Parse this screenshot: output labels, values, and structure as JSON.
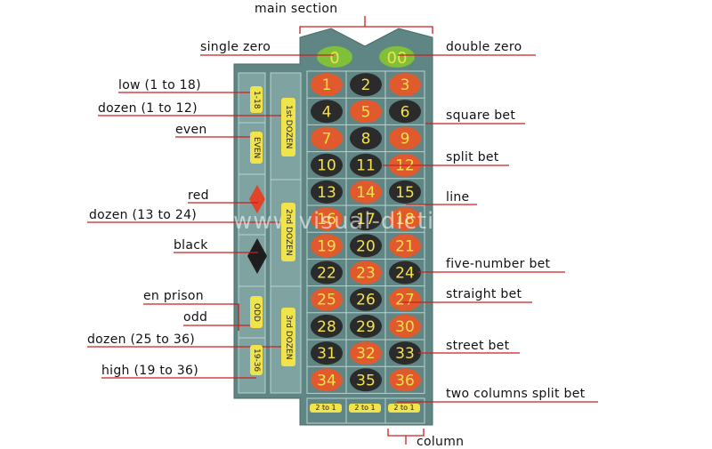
{
  "labels": {
    "main_section": "main section",
    "single_zero": "single zero",
    "double_zero": "double zero",
    "low": "low (1 to 18)",
    "dozen_1": "dozen (1 to 12)",
    "even": "even",
    "red": "red",
    "dozen_2": "dozen (13 to 24)",
    "black": "black",
    "en_prison": "en prison",
    "odd": "odd",
    "dozen_3": "dozen (25 to 36)",
    "high": "high (19 to 36)",
    "square_bet": "square bet",
    "split_bet": "split bet",
    "line": "line",
    "five_number_bet": "five-number bet",
    "straight_bet": "straight bet",
    "street_bet": "street bet",
    "two_columns_split_bet": "two columns split bet",
    "column": "column"
  },
  "table": {
    "zero": "0",
    "double_zero": "00",
    "numbers": [
      {
        "n": "1",
        "c": "red"
      },
      {
        "n": "2",
        "c": "black"
      },
      {
        "n": "3",
        "c": "red"
      },
      {
        "n": "4",
        "c": "black"
      },
      {
        "n": "5",
        "c": "red"
      },
      {
        "n": "6",
        "c": "black"
      },
      {
        "n": "7",
        "c": "red"
      },
      {
        "n": "8",
        "c": "black"
      },
      {
        "n": "9",
        "c": "red"
      },
      {
        "n": "10",
        "c": "black"
      },
      {
        "n": "11",
        "c": "black"
      },
      {
        "n": "12",
        "c": "red"
      },
      {
        "n": "13",
        "c": "black"
      },
      {
        "n": "14",
        "c": "red"
      },
      {
        "n": "15",
        "c": "black"
      },
      {
        "n": "16",
        "c": "red"
      },
      {
        "n": "17",
        "c": "black"
      },
      {
        "n": "18",
        "c": "red"
      },
      {
        "n": "19",
        "c": "red"
      },
      {
        "n": "20",
        "c": "black"
      },
      {
        "n": "21",
        "c": "red"
      },
      {
        "n": "22",
        "c": "black"
      },
      {
        "n": "23",
        "c": "red"
      },
      {
        "n": "24",
        "c": "black"
      },
      {
        "n": "25",
        "c": "red"
      },
      {
        "n": "26",
        "c": "black"
      },
      {
        "n": "27",
        "c": "red"
      },
      {
        "n": "28",
        "c": "black"
      },
      {
        "n": "29",
        "c": "black"
      },
      {
        "n": "30",
        "c": "red"
      },
      {
        "n": "31",
        "c": "black"
      },
      {
        "n": "32",
        "c": "red"
      },
      {
        "n": "33",
        "c": "black"
      },
      {
        "n": "34",
        "c": "red"
      },
      {
        "n": "35",
        "c": "black"
      },
      {
        "n": "36",
        "c": "red"
      }
    ],
    "outside_bets": {
      "low": "1-18",
      "even": "EVEN",
      "odd": "ODD",
      "high": "19-36",
      "dozen_1": "1st DOZEN",
      "dozen_2": "2nd DOZEN",
      "dozen_3": "3rd DOZEN"
    },
    "column_pill": "2 to 1"
  },
  "watermark": "www.visual-dictionary-online.com",
  "colors": {
    "felt": "#5f8684",
    "felt_light": "#7ea3a1",
    "felt_line": "#b9d2cf",
    "red_chip": "#e05a2d",
    "black_chip": "#2b2b2b",
    "number_text": "#f3e24a",
    "zero_green": "#7fbf3a",
    "pill": "#f1e34a",
    "leader": "#cc1f1f"
  }
}
